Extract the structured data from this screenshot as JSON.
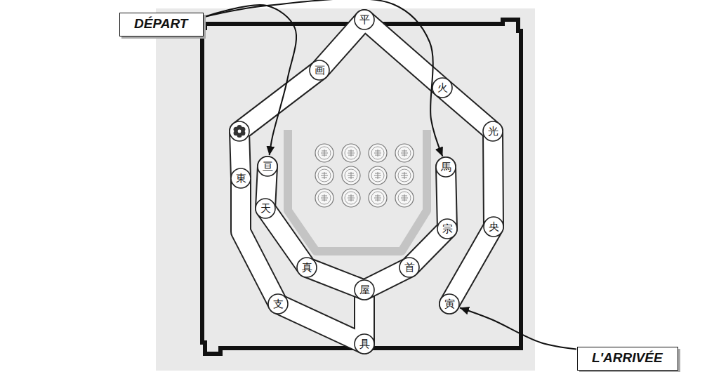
{
  "diagram": {
    "nodes": [
      {
        "text": [
          "DÉPART"
        ]
      },
      {
        "text": [
          "平"
        ]
      },
      {
        "text": [
          "画"
        ]
      },
      {
        "text": [
          "火"
        ]
      },
      {
        "text": [
          "光"
        ]
      },
      {
        "text": [
          "亘"
        ]
      },
      {
        "text": [
          "馬"
        ]
      },
      {
        "text": [
          "東"
        ]
      },
      {
        "text": [
          "天"
        ]
      },
      {
        "text": [
          "央"
        ]
      },
      {
        "text": [
          "宗"
        ]
      },
      {
        "text": [
          "真"
        ]
      },
      {
        "text": [
          "首"
        ]
      },
      {
        "text": [
          "屋"
        ]
      },
      {
        "text": [
          "支"
        ]
      },
      {
        "text": [
          "寅"
        ]
      },
      {
        "text": [
          "具"
        ]
      },
      {
        "text": [
          "L'ARRIVÉE"
        ]
      }
    ],
    "edges": [
      {
        "from": 0,
        "to": 5,
        "arrow": "to"
      },
      {
        "from": 0,
        "to": 6,
        "arrow": "to"
      },
      {
        "from": 17,
        "to": 15,
        "arrow": "to"
      }
    ]
  }
}
